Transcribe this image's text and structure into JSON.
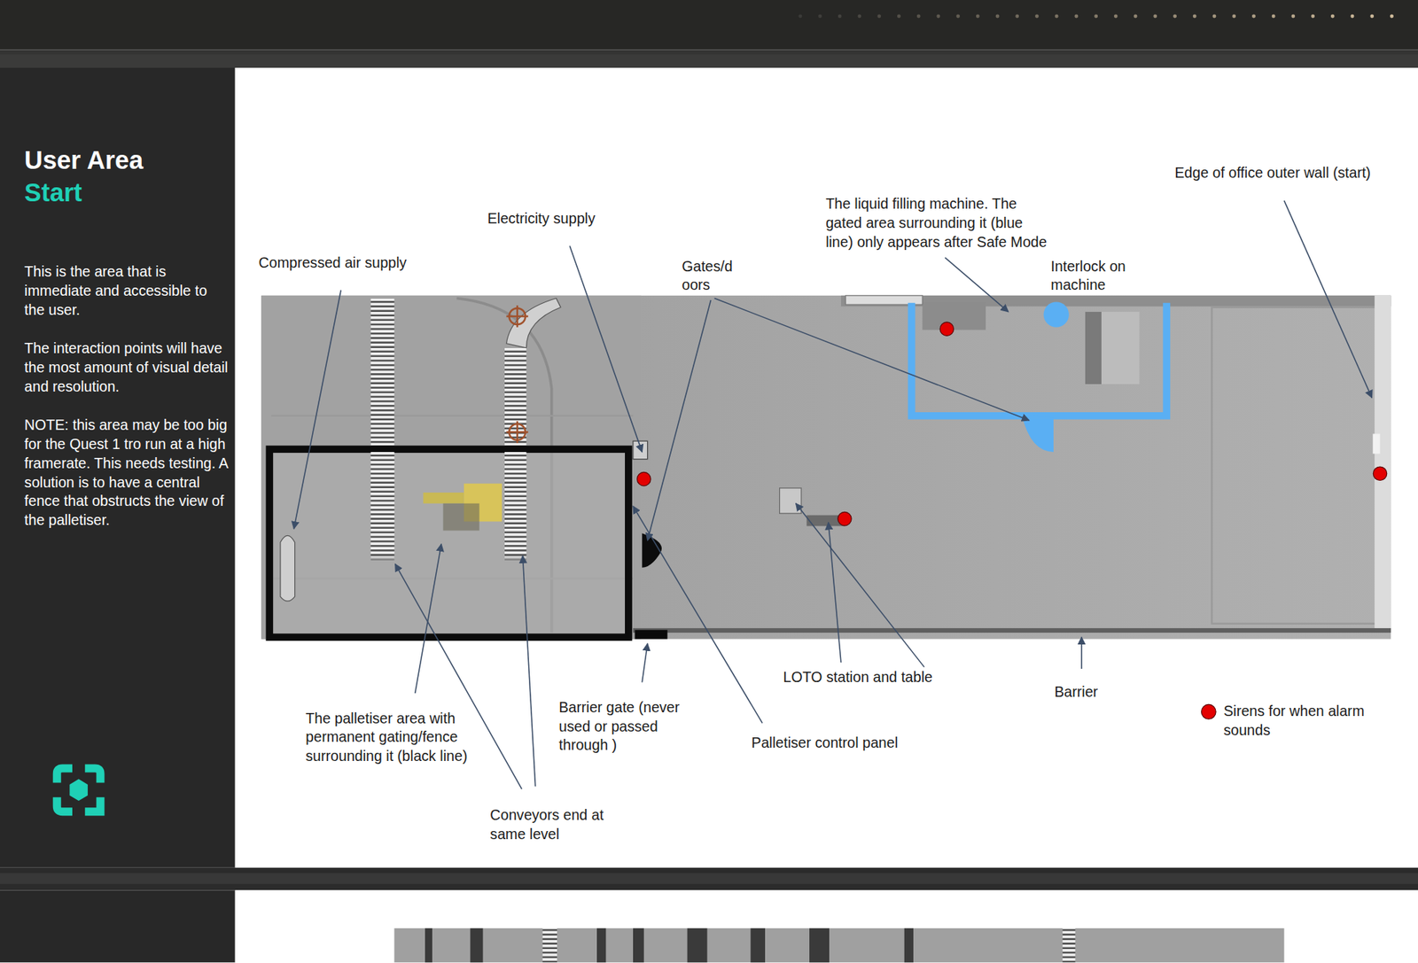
{
  "diagram": {
    "title": "User Area",
    "labels": [
      "Start",
      "This is the area that is immediate and accessible to the user.",
      "The interaction points will have the most amount of visual detail and resolution.",
      "NOTE: this area may be too big for the Quest 1 tro run at a high framerate. This needs testing. A solution is to have a central fence that obstructs the view of the palletiser.",
      "Compressed air supply",
      "Electricity supply",
      "Gates/d oors",
      "The liquid filling machine. The gated area surrounding it (blue line) only appears after Safe Mode",
      "Interlock on machine",
      "Edge of office outer wall (start)",
      "The palletiser area with permanent gating/fence surrounding it (black line)",
      "Conveyors end at same level",
      "Barrier gate (never used or passed through )",
      "Palletiser control panel",
      "LOTO station and table",
      "Barrier"
    ],
    "legend": [
      {
        "text": "Sirens for when alarm sounds",
        "color": "#e30000"
      }
    ]
  }
}
